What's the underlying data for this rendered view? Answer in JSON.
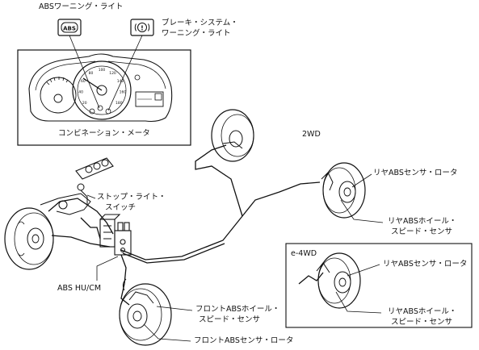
{
  "labels": {
    "abs_warning_light": "ABSワーニング・ライト",
    "brake_warning_light_line1": "ブレーキ・システム・",
    "brake_warning_light_line2": "ワーニング・ライト",
    "combination_meter": "コンビネーション・メータ",
    "stop_light_switch_line1": "ストップ・ライト・",
    "stop_light_switch_line2": "スイッチ",
    "abs_hu_cm": "ABS HU/CM",
    "drive_2wd": "2WD",
    "drive_e4wd": "e-4WD",
    "rear_abs_sensor_rotor": "リヤABSセンサ・ロータ",
    "rear_abs_wheel_speed_sensor_line1": "リヤABSホイール・",
    "rear_abs_wheel_speed_sensor_line2": "スピード・センサ",
    "e4wd_rear_abs_sensor_rotor": "リヤABSセンサ・ロータ",
    "e4wd_rear_abs_wheel_speed_sensor_line1": "リヤABSホイール・",
    "e4wd_rear_abs_wheel_speed_sensor_line2": "スピード・センサ",
    "front_abs_wheel_speed_sensor_line1": "フロントABSホイール・",
    "front_abs_wheel_speed_sensor_line2": "スピード・センサ",
    "front_abs_sensor_rotor": "フロントABSセンサ・ロータ"
  },
  "icons": {
    "abs_icon_text": "ABS",
    "brake_icon_text": "!"
  },
  "gauge": {
    "speed_ticks": [
      "20",
      "40",
      "60",
      "80",
      "100",
      "120",
      "140",
      "160",
      "180"
    ]
  }
}
